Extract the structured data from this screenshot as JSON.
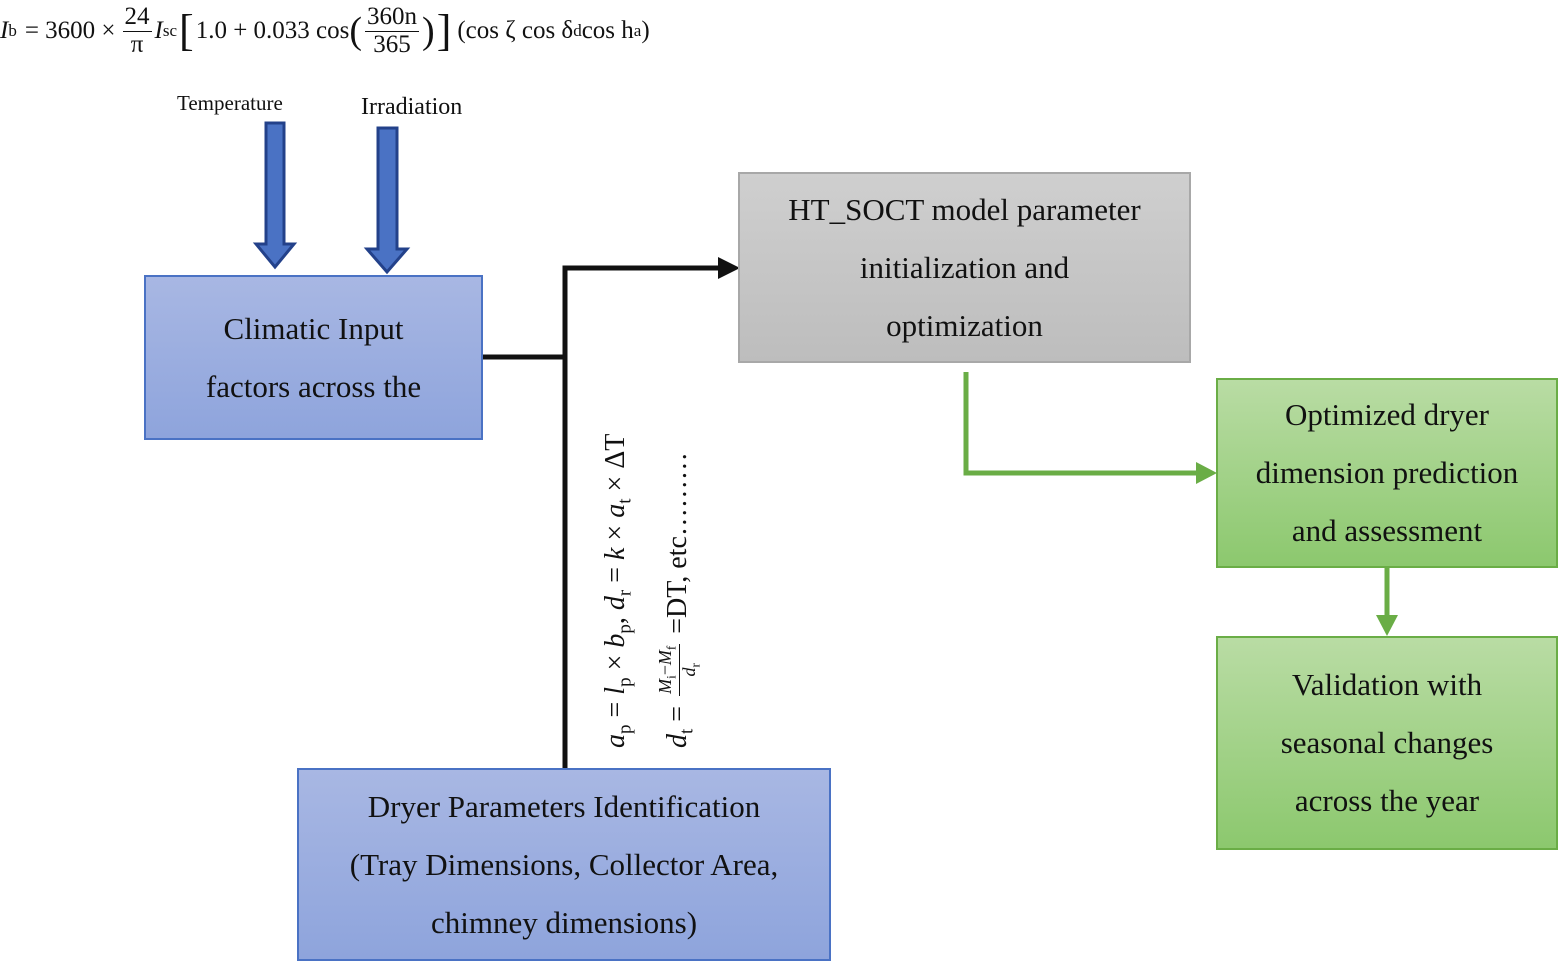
{
  "formula": {
    "lhs": "I",
    "lhs_sub": "b",
    "eq": "= 3600 ×",
    "frac1_num": "24",
    "frac1_den": "π",
    "isc": "I",
    "isc_sub": "sc",
    "bracket_open": "[",
    "inner": "1.0 + 0.033  cos",
    "paren_open": "(",
    "frac2_num": "360n",
    "frac2_den": "365",
    "paren_close": ")",
    "bracket_close": "]",
    "tail_open": "(cos ζ  cos δ",
    "tail_sub": "d",
    "tail_mid": "  cos h",
    "tail_sub2": "a",
    "tail_close": ")"
  },
  "inputs": {
    "temperature": "Temperature",
    "irradiation": "Irradiation"
  },
  "boxes": {
    "climatic": [
      "Climatic Input",
      "factors across the"
    ],
    "model": [
      "HT_SOCT model parameter",
      "initialization and",
      "optimization"
    ],
    "optimized": [
      "Optimized dryer",
      "dimension prediction",
      "and assessment"
    ],
    "validation": [
      "Validation with",
      "seasonal changes",
      "across the year"
    ],
    "dryer": [
      "Dryer Parameters Identification",
      "(Tray Dimensions, Collector Area,",
      "chimney dimensions)"
    ]
  },
  "equations": {
    "eq1": {
      "ap": "a",
      "ap_sub": "p",
      "eq_a": " = ",
      "lp": "l",
      "lp_sub": "p",
      "times1": " × ",
      "bp": "b",
      "bp_sub": "p",
      "sep": ",  ",
      "dr": "d",
      "dr_sub": "r",
      "eq_b": " = ",
      "k": "k",
      "times2": " × ",
      "at": "a",
      "at_sub": "t",
      "times3": " × ΔT"
    },
    "eq2": {
      "dt": "d",
      "dt_sub": "t",
      "eq_a": " = ",
      "num_mi": "M",
      "num_mi_sub": "i",
      "num_minus": "−",
      "num_mf": "M",
      "num_mf_sub": "f",
      "den_d": "d",
      "den_sub": "r",
      "rest": " =DT, etc………"
    }
  },
  "colors": {
    "blue_fill": "#9aaee0",
    "blue_arrow": "#4a72c4",
    "grey_fill": "#c6c6c6",
    "green_fill": "#a3d28a",
    "green_line": "#6aad46",
    "black_line": "#111111"
  }
}
